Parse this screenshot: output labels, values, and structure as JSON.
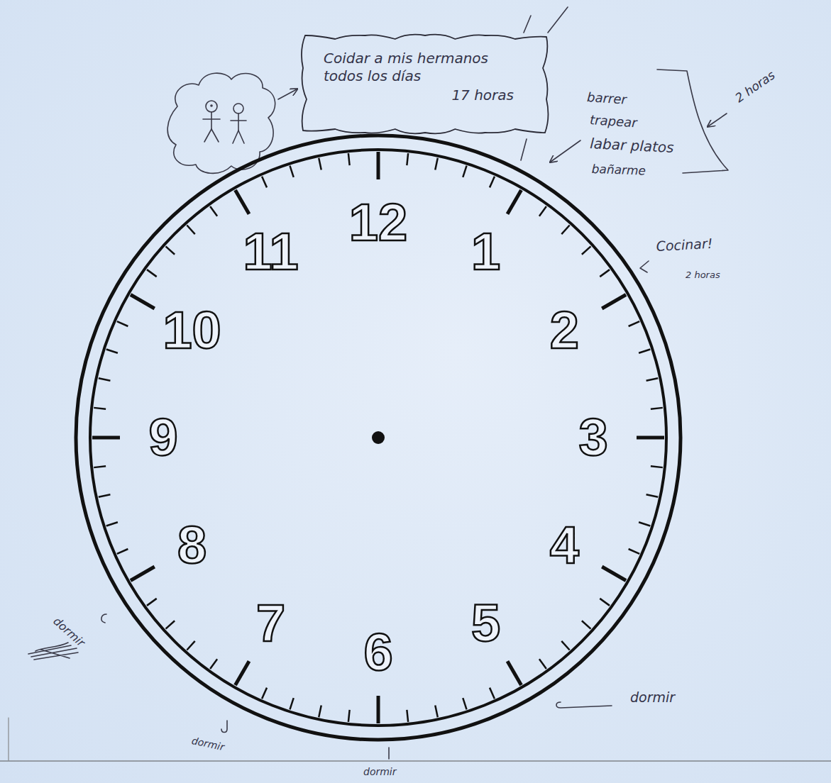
{
  "diagram": {
    "nodes": [
      {
        "text": [
          "Coidar a mis hermanos todos los días",
          "17 horas"
        ]
      },
      {
        "text": [
          "12",
          "1",
          "2",
          "3",
          "4",
          "5",
          "6",
          "7",
          "8",
          "9",
          "10",
          "11"
        ]
      }
    ],
    "labels": [
      "barrer",
      "trapear",
      "labar platos",
      "bañarme",
      "2 horas",
      "Cocinar!",
      "2 horas",
      "dormir",
      "dormir",
      "dormir",
      "dormir"
    ]
  }
}
